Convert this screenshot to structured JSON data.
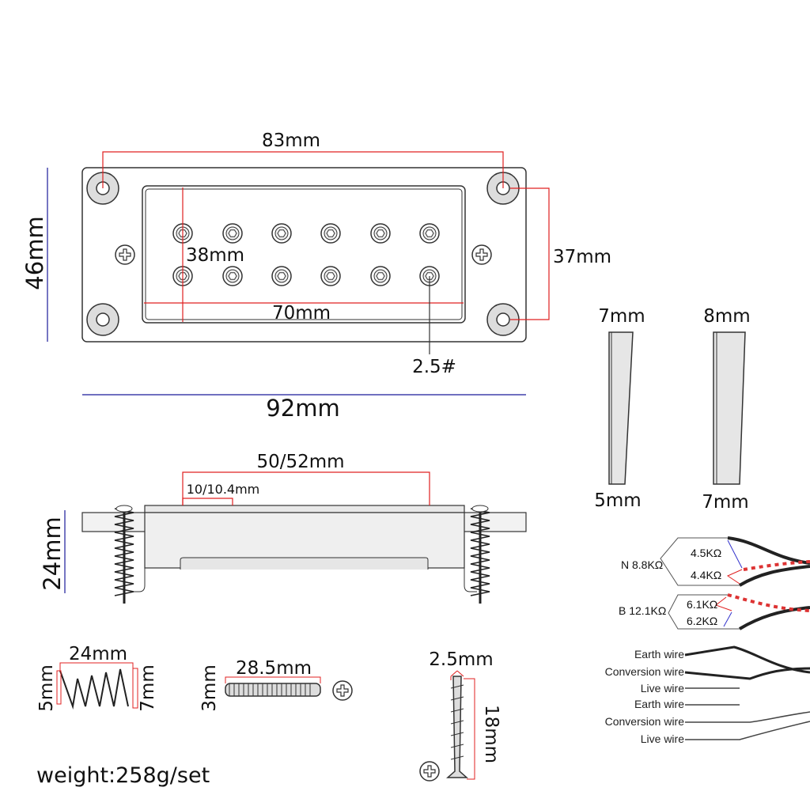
{
  "top_view": {
    "width_holes": "83mm",
    "height_total": "46mm",
    "height_holes": "37mm",
    "inner_height": "38mm",
    "inner_width": "70mm",
    "pole_screw": "2.5#",
    "width_total": "92mm"
  },
  "side_bars": {
    "bar1_top": "7mm",
    "bar1_bottom": "5mm",
    "bar2_top": "8mm",
    "bar2_bottom": "7mm"
  },
  "side_view": {
    "pole_span": "50/52mm",
    "pole_spacing": "10/10.4mm",
    "height": "24mm"
  },
  "parts": {
    "spring_length": "24mm",
    "spring_left_dia": "5mm",
    "spring_right_dia": "7mm",
    "screw_length": "28.5mm",
    "screw_dia": "3mm",
    "wood_screw_dia": "2.5mm",
    "wood_screw_length": "18mm"
  },
  "weight": "weight:258g/set",
  "wiring": {
    "neck": {
      "label": "N 8.8KΩ",
      "coil1": "4.5KΩ",
      "coil2": "4.4KΩ"
    },
    "bridge": {
      "label": "B 12.1KΩ",
      "coil1": "6.1KΩ",
      "coil2": "6.2KΩ"
    },
    "wires": [
      "Earth wire",
      "Conversion wire",
      "Live wire",
      "Earth wire",
      "Conversion wire",
      "Live wire"
    ]
  },
  "colors": {
    "dimension_red": "#e02020",
    "dimension_blue": "#1a1a9a"
  }
}
